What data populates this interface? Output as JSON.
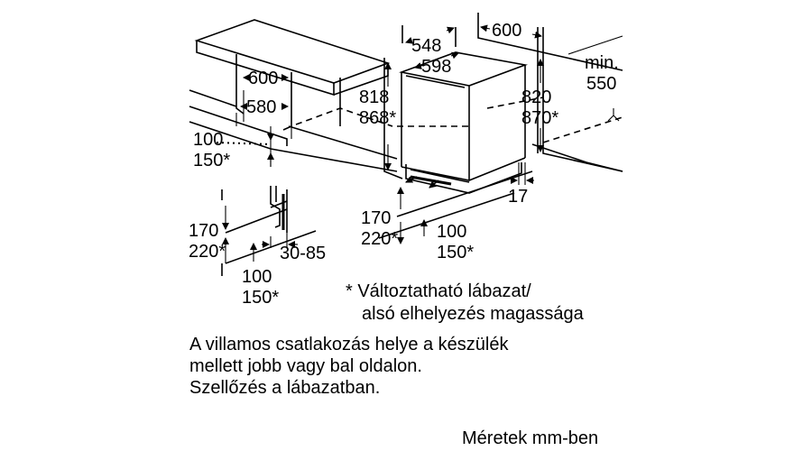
{
  "dimensions": {
    "left_width_600": "600",
    "left_inner_580": "580",
    "left_plinth_100": "100",
    "left_plinth_150": "150*",
    "detail_170": "170",
    "detail_220": "220*",
    "detail_30_85": "30-85",
    "detail_100": "100",
    "detail_150": "150*",
    "app_depth_548": "548",
    "app_width_598": "598",
    "app_height_818": "818",
    "app_height_868": "868*",
    "niche_width_600": "600",
    "niche_height_820": "820",
    "niche_height_870": "870*",
    "niche_depth_min": "min.",
    "niche_depth_550": "550",
    "gap_17": "17",
    "front_170": "170",
    "front_220": "220*",
    "front_100": "100",
    "front_150": "150*"
  },
  "notes": {
    "footnote_line1": "* Változtatható lábazat/",
    "footnote_line2": "alsó elhelyezés magassága",
    "electrical_line1": "A villamos csatlakozás helye a készülék",
    "electrical_line2": "mellett jobb vagy bal oldalon.",
    "electrical_line3": "Szellőzés a lábazatban.",
    "units": "Méretek mm-ben"
  }
}
